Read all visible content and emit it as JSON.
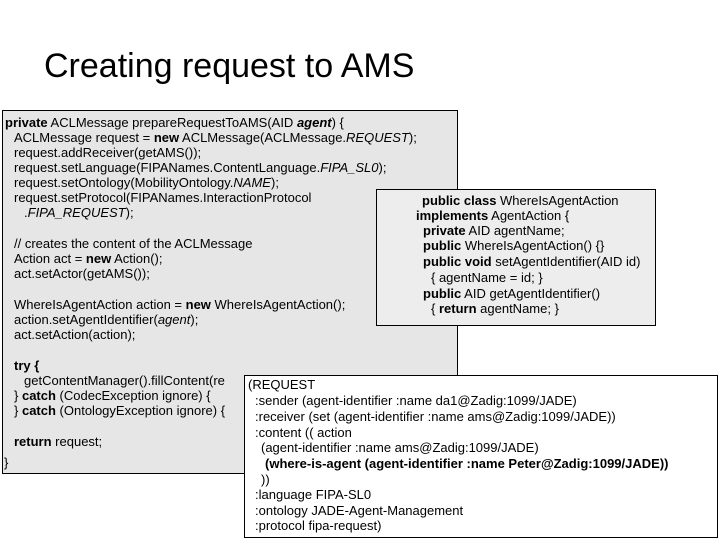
{
  "slide": {
    "title": "Creating request to AMS",
    "code": {
      "l1": {
        "kw": "private",
        "a": " ACLMessage prepareRequestToAMS(AID ",
        "b": "agent",
        "c": ") {"
      },
      "l2": {
        "a": "ACLMessage request = ",
        "kw": "new",
        "b": " ACLMessage(ACLMessage.",
        "c": "REQUEST",
        "d": ");"
      },
      "l3": "request.addReceiver(getAMS());",
      "l4": {
        "a": "request.setLanguage(FIPANames.ContentLanguage.",
        "b": "FIPA_SL0",
        "c": ");"
      },
      "l5": {
        "a": "request.setOntology(MobilityOntology.",
        "b": "NAME",
        "c": ");"
      },
      "l6": "request.setProtocol(FIPANames.InteractionProtocol",
      "l7": {
        "a": ".",
        "b": "FIPA_REQUEST",
        "c": ");"
      },
      "l8": "// creates the content of the ACLMessage",
      "l9": {
        "a": "Action act = ",
        "kw": "new",
        "b": " Action();"
      },
      "l10": "act.setActor(getAMS());",
      "l11": {
        "a": "WhereIsAgentAction action = ",
        "kw": "new",
        "b": " WhereIsAgentAction();"
      },
      "l12": {
        "a": "action.setAgentIdentifier(",
        "b": "agent",
        "c": ");"
      },
      "l13": "act.setAction(action);",
      "l14": "try {",
      "l15": "getContentManager().fillContent(re",
      "l16": {
        "a": "} ",
        "kw": "catch",
        "b": " (CodecException ignore) {"
      },
      "l17": {
        "a": "} ",
        "kw": "catch",
        "b": " (OntologyException ignore) {"
      },
      "l18": {
        "kw": "return",
        "a": " request;"
      },
      "l19": "}"
    },
    "class_box": {
      "l1": {
        "kw": "public class",
        "a": " WhereIsAgentAction"
      },
      "l2": {
        "kw": "implements",
        "a": " AgentAction {"
      },
      "l3": {
        "kw": "private",
        "a": " AID agentName;"
      },
      "l4": {
        "kw": "public",
        "a": " WhereIsAgentAction() {}"
      },
      "l5": {
        "kw": "public void",
        "a": " setAgentIdentifier(AID id)"
      },
      "l6": "{ agentName = id; }",
      "l7": {
        "kw": "public",
        "a": " AID getAgentIdentifier()"
      },
      "l8": {
        "a": "{ ",
        "kw": "return",
        "b": " agentName; }"
      }
    },
    "acl": {
      "l1": "(REQUEST",
      "l2": ":sender (agent-identifier :name da1@Zadig:1099/JADE)",
      "l3": ":receiver (set (agent-identifier :name ams@Zadig:1099/JADE))",
      "l4": ":content (( action",
      "l5": "(agent-identifier :name ams@Zadig:1099/JADE)",
      "l6": "(where-is-agent (agent-identifier :name Peter@Zadig:1099/JADE))",
      "l7": "))",
      "l8": ":language FIPA-SL0",
      "l9": ":ontology JADE-Agent-Management",
      "l10": ":protocol fipa-request)"
    }
  }
}
